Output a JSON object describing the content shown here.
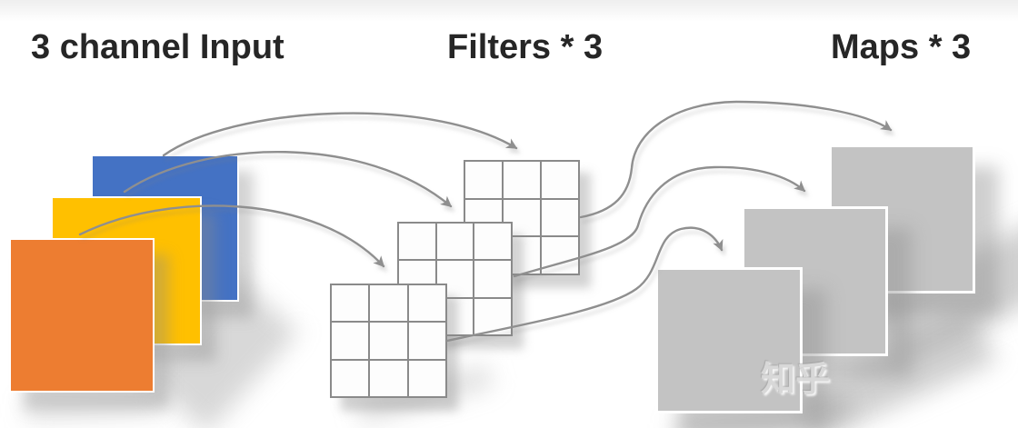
{
  "page": {
    "background_color": "#FFFFFF"
  },
  "labels": {
    "input": "3 channel Input",
    "filters": "Filters * 3",
    "maps": "Maps * 3"
  },
  "watermark": {
    "text": "知乎"
  },
  "diagram": {
    "label_color": "#262626",
    "input_channels": [
      {
        "id": "blue",
        "color": "#4472C4"
      },
      {
        "id": "yellow",
        "color": "#FFC000"
      },
      {
        "id": "orange",
        "color": "#ED7D31"
      }
    ],
    "filter_grid": {
      "count": 3,
      "rows": 3,
      "cols": 3,
      "cell_fill": "#FDFDFD",
      "line_color": "#8A8A8A"
    },
    "maps": {
      "count": 3,
      "fill": "#C3C3C3",
      "border_color": "#FFFFFF"
    },
    "arrows": {
      "count": 6,
      "color": "#8F8F8F"
    }
  }
}
